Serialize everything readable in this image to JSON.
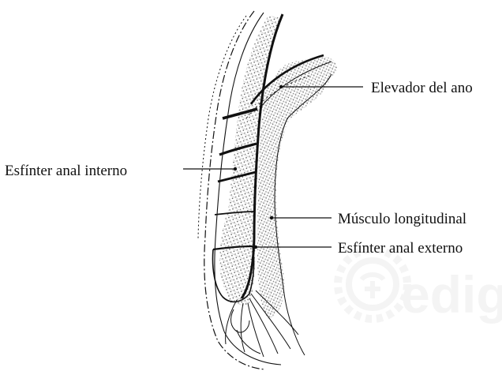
{
  "labels": {
    "levator_ani": "Elevador del ano",
    "internal_sphincter": "Esfínter anal interno",
    "longitudinal_muscle": "Músculo longitudinal",
    "external_sphincter": "Esfínter anal externo"
  },
  "watermark": {
    "text": "edig",
    "icon": "gear-logo-icon",
    "color": "#9a9a9a"
  },
  "colors": {
    "line": "#111111",
    "hatch": "#7a7a7a",
    "background": "#ffffff"
  }
}
